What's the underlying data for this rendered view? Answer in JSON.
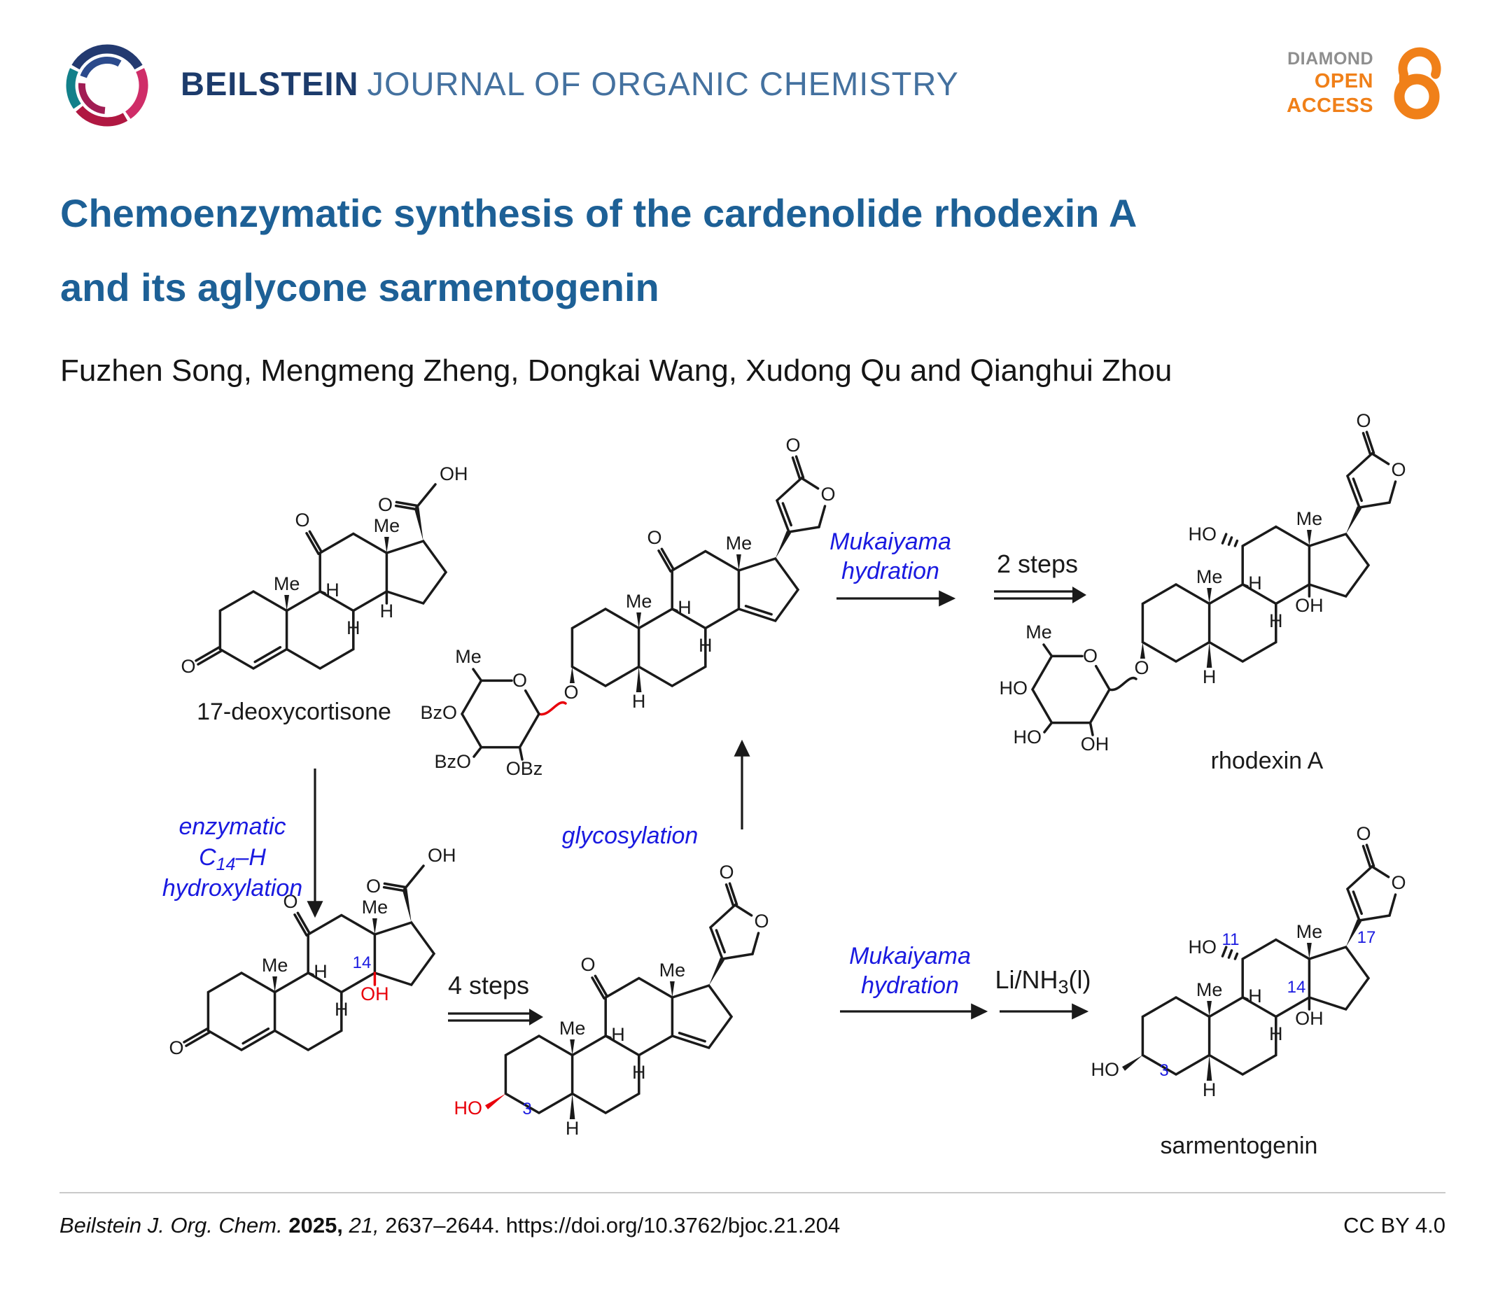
{
  "header": {
    "journal_bold": "BEILSTEIN",
    "journal_rest": "JOURNAL OF ORGANIC CHEMISTRY",
    "oa": {
      "diamond": "DIAMOND",
      "open": "OPEN",
      "access": "ACCESS"
    }
  },
  "article": {
    "title_line1": "Chemoenzymatic synthesis of the cardenolide rhodexin A",
    "title_line2": "and its aglycone sarmentogenin",
    "authors": "Fuzhen Song, Mengmeng Zheng, Dongkai Wang, Xudong Qu and Qianghui Zhou"
  },
  "scheme": {
    "names": {
      "s1": "17-deoxycortisone",
      "s5": "rhodexin A",
      "s6": "sarmentogenin"
    },
    "steps": {
      "enzymatic_l1": "enzymatic",
      "enzymatic_c": "C",
      "enzymatic_sub": "14",
      "enzymatic_h": "–H",
      "enzymatic_l3": "hydroxylation",
      "four_steps": "4 steps",
      "glycosylation": "glycosylation",
      "mukaiyama_l1": "Mukaiyama",
      "mukaiyama_l2": "hydration",
      "two_steps": "2 steps",
      "li_pre": "Li/NH",
      "li_sub": "3",
      "li_post": "(l)"
    },
    "atom_labels": {
      "o": "O",
      "oh": "OH",
      "ho": "HO",
      "me": "Me",
      "h": "H",
      "bzo": "BzO",
      "obz": "OBz"
    },
    "locants": {
      "c3": "3",
      "c11": "11",
      "c14": "14",
      "c17": "17"
    }
  },
  "colors": {
    "title_blue": "#1d6096",
    "reaction_blue": "#1a1ae0",
    "highlight_red": "#e8000b",
    "oa_orange": "#f08019",
    "logo_navy": "#233a70",
    "logo_teal": "#12808a",
    "logo_crimson": "#b01842",
    "logo_magenta": "#cf2d68"
  },
  "footer": {
    "journal": "Beilstein J. Org. Chem.",
    "year": "2025,",
    "volume": "21,",
    "pages": "2637–2644.",
    "doi": "https://doi.org/10.3762/bjoc.21.204",
    "license": "CC BY 4.0"
  }
}
